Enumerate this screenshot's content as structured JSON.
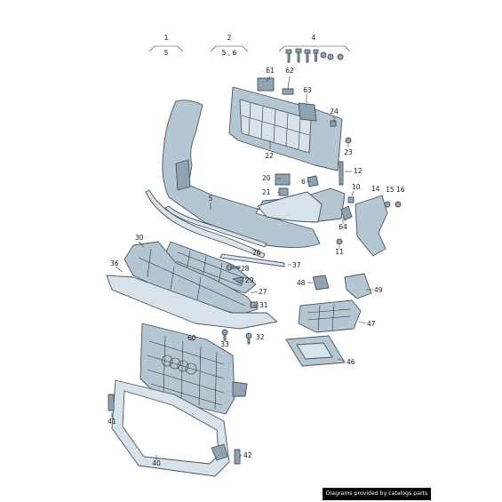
{
  "groups": [
    {
      "number": "1",
      "sub": "5"
    },
    {
      "number": "2",
      "sub": "5 , 6"
    },
    {
      "number": "4",
      "sub": ""
    }
  ],
  "labels": [
    "61",
    "62",
    "63",
    "24",
    "22",
    "23",
    "12",
    "20",
    "6",
    "21",
    "10",
    "14",
    "15",
    "16",
    "5",
    "64",
    "11",
    "26",
    "37",
    "30",
    "36",
    "28",
    "29",
    "27",
    "31",
    "48",
    "49",
    "47",
    "60",
    "33",
    "32",
    "46",
    "41",
    "40",
    "42"
  ],
  "credit": "Diagrams provided by catalogs parts",
  "colors": {
    "part_dark": "#8fa3b3",
    "part_mid": "#b5c6d3",
    "part_light": "#d7e2ea",
    "line": "#4a5560"
  }
}
